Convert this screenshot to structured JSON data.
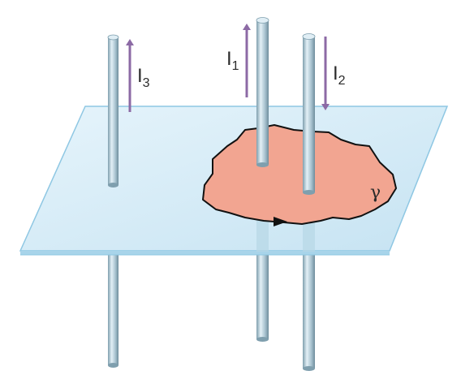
{
  "labels": {
    "i3": {
      "main": "I",
      "sub": "3"
    },
    "i1": {
      "main": "I",
      "sub": "1"
    },
    "i2": {
      "main": "I",
      "sub": "2"
    },
    "loop": "γ"
  },
  "colors": {
    "plane_fill": "#cfe7f4",
    "plane_edge": "#8ec7e3",
    "wire_body": "#9db8c6",
    "wire_highlight": "#e0eef5",
    "wire_shadow": "#6f8e9d",
    "loop_fill": "#f2a591",
    "loop_stroke": "#111111",
    "current_arrow": "#8c6aa5"
  },
  "currents": [
    {
      "name": "I3",
      "direction": "up"
    },
    {
      "name": "I1",
      "direction": "up"
    },
    {
      "name": "I2",
      "direction": "down"
    }
  ]
}
